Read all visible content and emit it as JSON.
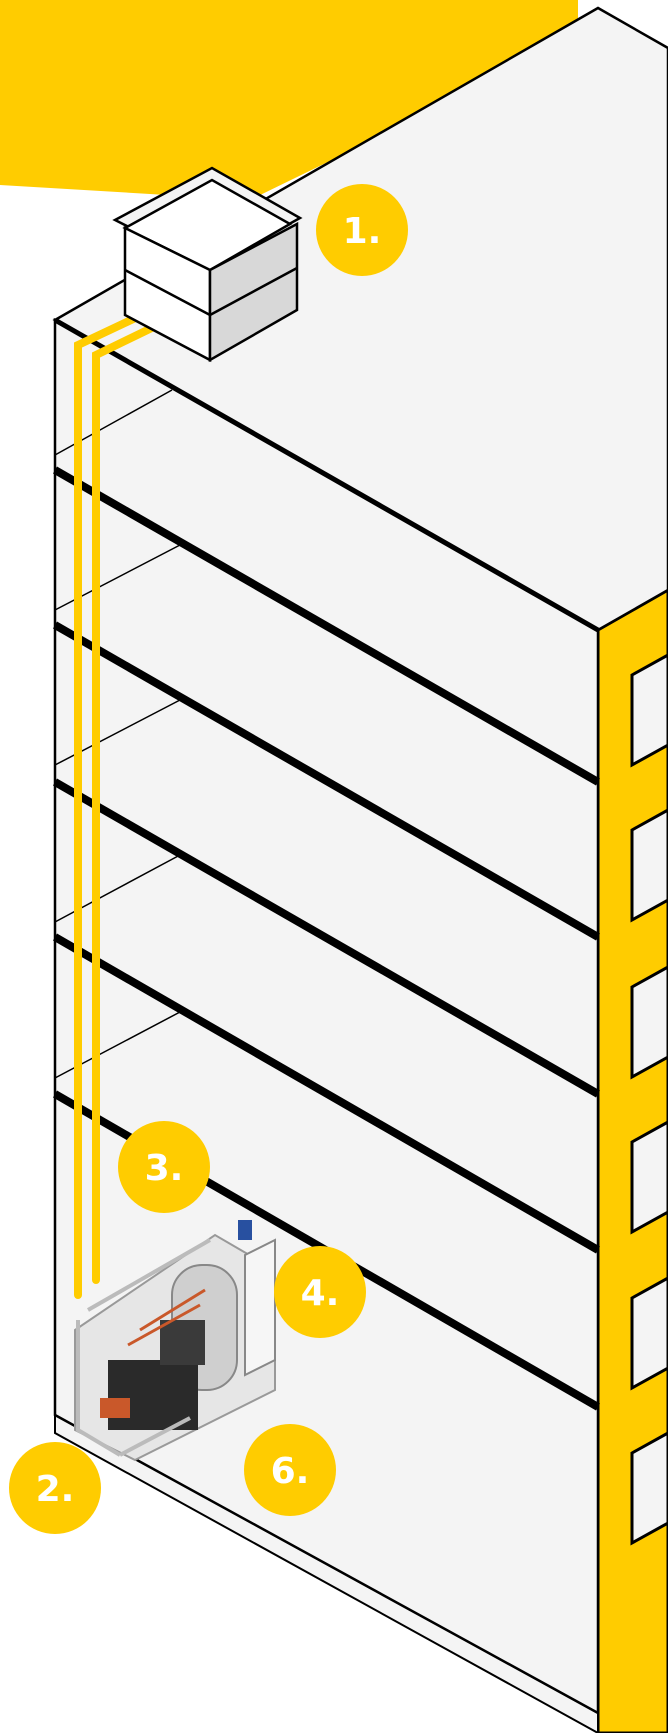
{
  "colors": {
    "accent": "#FFCC00",
    "outline": "#000000",
    "surface": "#F4F4F4",
    "badge_text": "#FFFFFF"
  },
  "badges": [
    {
      "id": "1",
      "label": "1."
    },
    {
      "id": "2",
      "label": "2."
    },
    {
      "id": "3",
      "label": "3."
    },
    {
      "id": "4",
      "label": "4."
    },
    {
      "id": "6",
      "label": "6."
    }
  ],
  "components": {
    "rooftop_unit": "rooftop-unit-icon",
    "plant_room_equipment": "heat-pump-equipment-icon",
    "pipework": "yellow-riser-pipes"
  }
}
